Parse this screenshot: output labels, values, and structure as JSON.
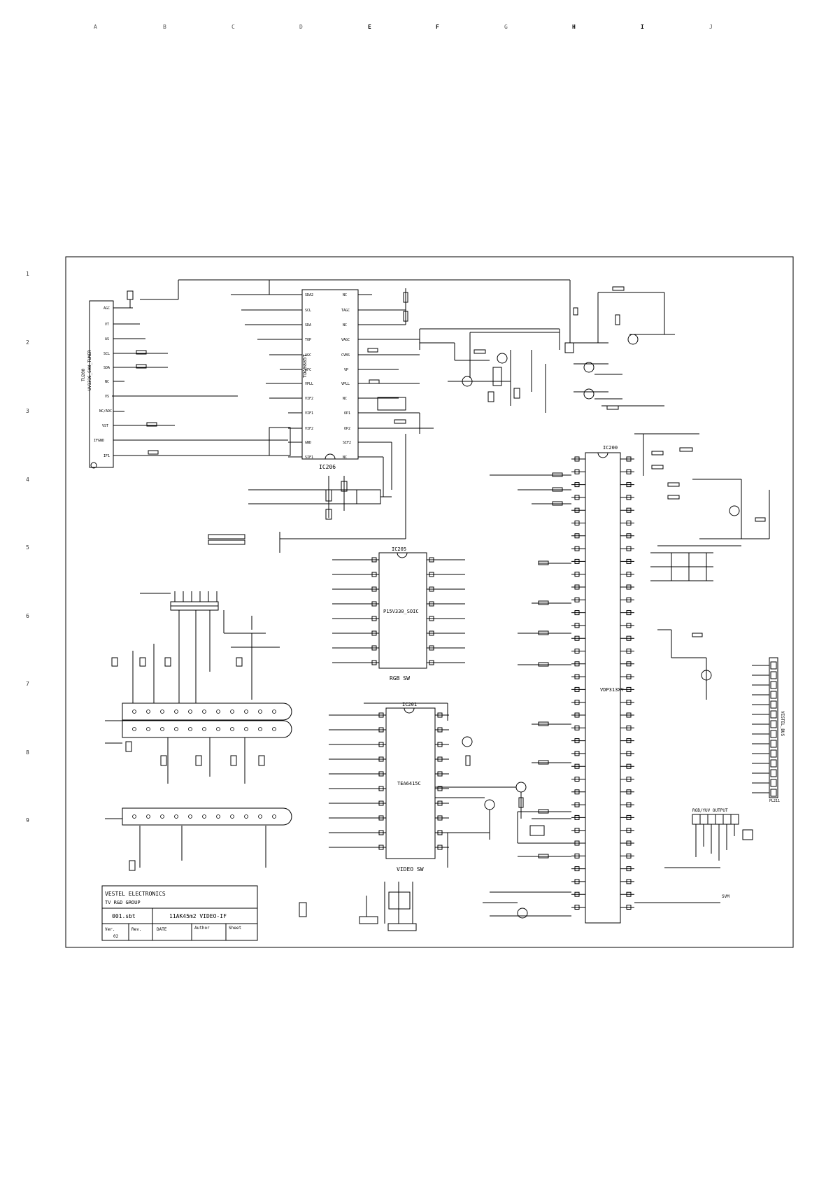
{
  "grid": {
    "columns": [
      "A",
      "B",
      "C",
      "D",
      "E",
      "F",
      "G",
      "H",
      "I",
      "J"
    ],
    "rows": [
      "1",
      "2",
      "3",
      "4",
      "5",
      "6",
      "7",
      "8",
      "9"
    ]
  },
  "ics": {
    "ic206": {
      "ref": "IC206",
      "part": "TDA9885T"
    },
    "ic200": {
      "ref": "IC200",
      "part": "VDP313XY"
    },
    "ic205": {
      "ref": "IC205",
      "part": "P15V330_SOIC",
      "caption": "RGB SW"
    },
    "ic201": {
      "ref": "IC201",
      "part": "TEA6415C",
      "caption": "VIDEO SW"
    }
  },
  "tuner": {
    "ref": "TU200",
    "part": "UV1316_SAW_TUNER"
  },
  "connectors": {
    "pl211": "PL211",
    "pl211_label": "VESTEL_BUS",
    "rgb_output": "RGB/YUV OUTPUT",
    "svm": "SVM"
  },
  "title_block": {
    "company": "VESTEL ELECTRONICS",
    "group": "TV R&D GROUP",
    "file": "001.sbt",
    "title": "11AK45m2 VIDEO-IF",
    "ver_label": "Ver.",
    "ver_value": "02",
    "rev_label": "Rev.",
    "date_label": "DATE",
    "author_label": "Author",
    "sheet_label": "Sheet"
  }
}
